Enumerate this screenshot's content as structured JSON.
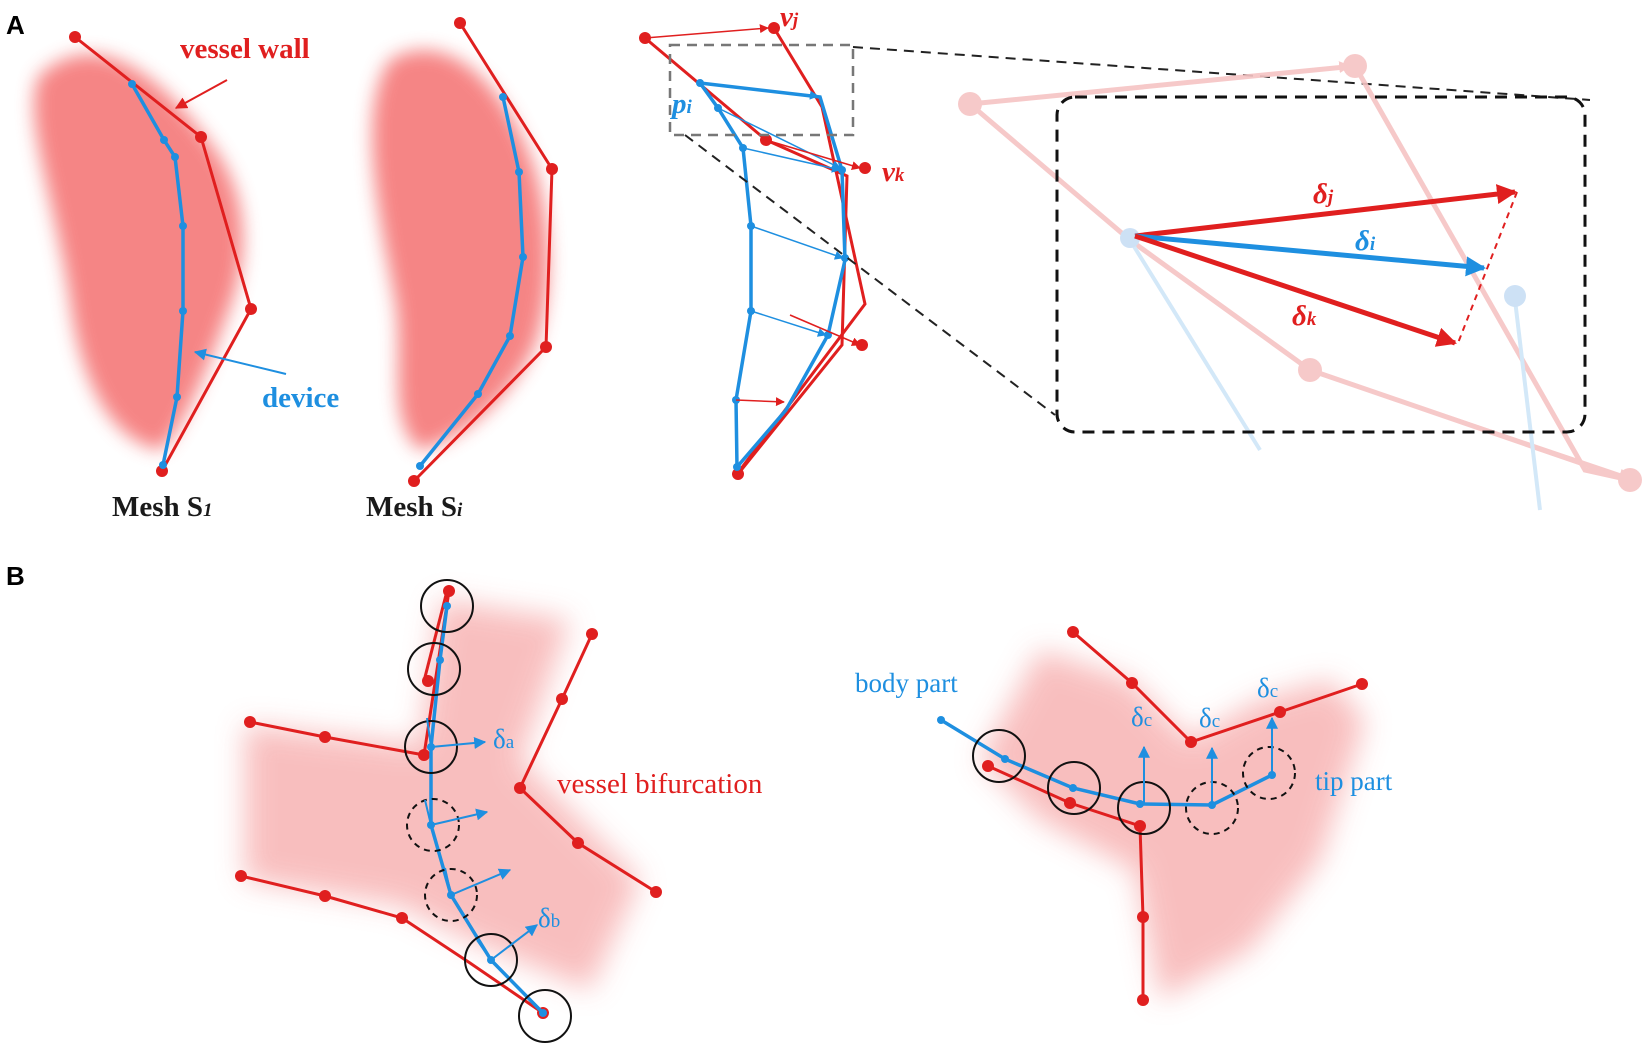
{
  "panels": {
    "a": "A",
    "b": "B"
  },
  "panel_a": {
    "vessel_wall": "vessel wall",
    "device": "device",
    "mesh1": "Mesh S",
    "mesh1_sub": "1",
    "meshi": "Mesh S",
    "meshi_sub": "i",
    "vj": "v",
    "vj_sub": "j",
    "vk": "v",
    "vk_sub": "k",
    "pi": "p",
    "pi_sub": "i",
    "dj": "δ",
    "dj_sub": "j",
    "di": "δ",
    "di_sub": "i",
    "dk": "δ",
    "dk_sub": "k"
  },
  "panel_b": {
    "da": "δ",
    "da_sub": "a",
    "db": "δ",
    "db_sub": "b",
    "dc": "δ",
    "dc_sub": "c",
    "vessel_bifurcation": "vessel bifurcation",
    "body_part": "body part",
    "tip_part": "tip part"
  },
  "colors": {
    "red": "#e01f1f",
    "blue": "#1e8fe0",
    "vessel_fill": "#f47070",
    "vessel_fill_light": "#f8b8b8"
  }
}
